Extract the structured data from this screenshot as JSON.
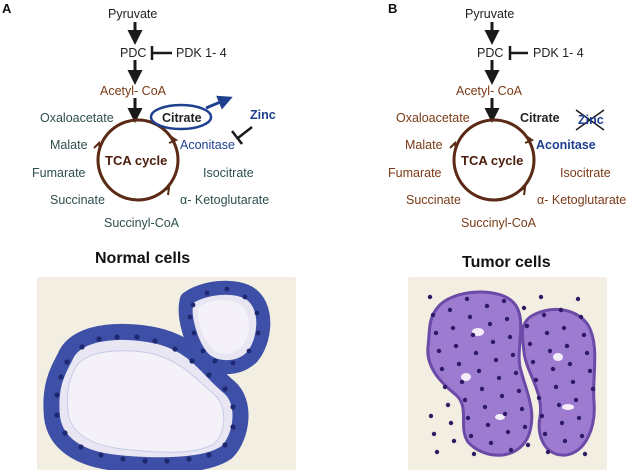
{
  "colors": {
    "arrow": "#1a1a1a",
    "cycle": "#5a2a14",
    "normal_label": "#2f4f4f",
    "tumor_label": "#7a3a16",
    "blue_highlight": "#1f3f8f",
    "tissue_bg": "#f4efe4",
    "normal_stain": "#3d4fa6",
    "tumor_stain": "#8a63c4"
  },
  "panel_a": {
    "letter": "A",
    "pyruvate": "Pyruvate",
    "pdc": "PDC",
    "pdk": "PDK 1- 4",
    "acetyl_coa": "Acetyl- CoA",
    "oxaloacetate": "Oxaloacetate",
    "citrate": "Citrate",
    "zinc": "Zinc",
    "aconitase": "Aconitase",
    "malate": "Malate",
    "tca_cycle": "TCA cycle",
    "isocitrate": "Isocitrate",
    "fumarate": "Fumarate",
    "ketoglutarate": "α- Ketoglutarate",
    "succinate": "Succinate",
    "succinyl_coa": "Succinyl-CoA",
    "caption": "Normal cells"
  },
  "panel_b": {
    "letter": "B",
    "pyruvate": "Pyruvate",
    "pdc": "PDC",
    "pdk": "PDK 1- 4",
    "acetyl_coa": "Acetyl- CoA",
    "oxaloacetate": "Oxaloacetate",
    "citrate": "Citrate",
    "zinc": "Zinc",
    "aconitase": "Aconitase",
    "malate": "Malate",
    "tca_cycle": "TCA cycle",
    "isocitrate": "Isocitrate",
    "fumarate": "Fumarate",
    "ketoglutarate": "α- Ketoglutarate",
    "succinate": "Succinate",
    "succinyl_coa": "Succinyl-CoA",
    "caption": "Tumor cells"
  }
}
